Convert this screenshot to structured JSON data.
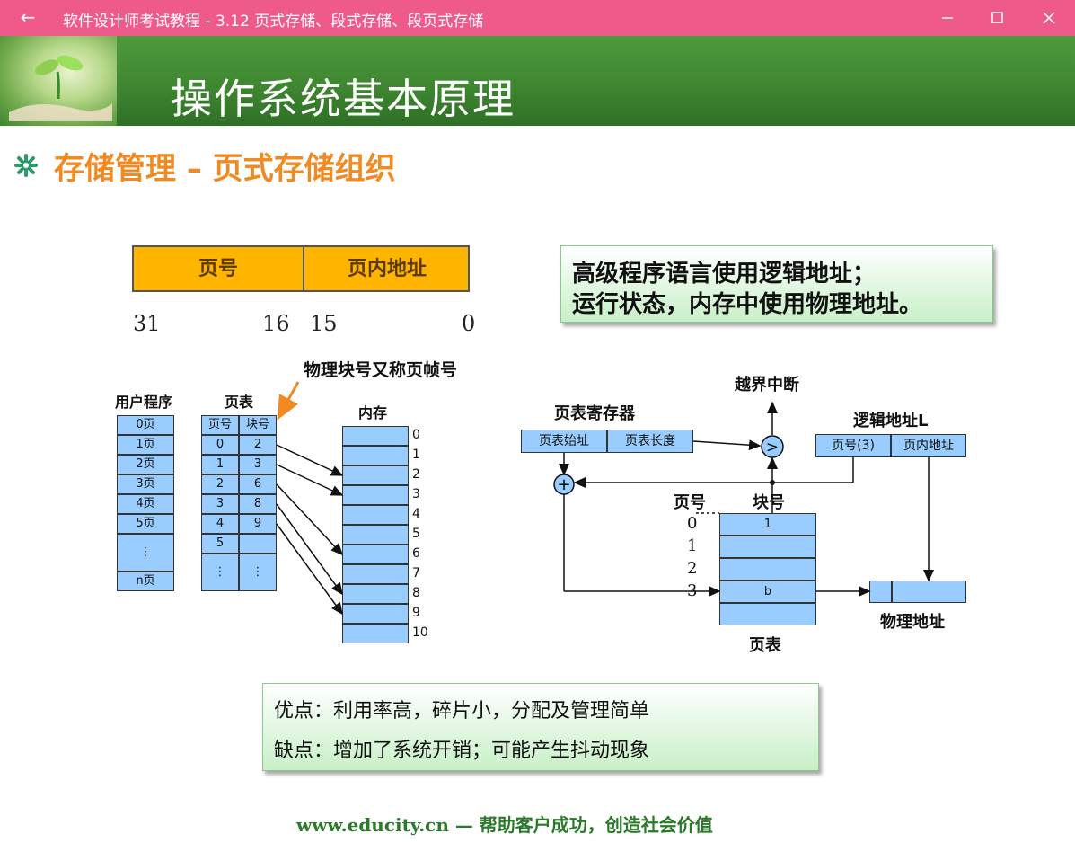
{
  "window": {
    "title": "软件设计师考试教程 - 3.12  页式存储、段式存储、段页式存储"
  },
  "slide": {
    "header_title": "操作系统基本原理",
    "subtitle": "存储管理 – 页式存储组织",
    "address_format": {
      "field1": "页号",
      "field2": "页内地址",
      "bits": [
        "31",
        "16",
        "15",
        "0"
      ]
    },
    "note_box": {
      "line1": "高级程序语言使用逻辑地址；",
      "line2": "运行状态，内存中使用物理地址。"
    },
    "left_diagram": {
      "annotation": "物理块号又称页帧号",
      "user_program_label": "用户程序",
      "user_pages": [
        "0页",
        "1页",
        "2页",
        "3页",
        "4页",
        "5页",
        "⋮",
        "n页"
      ],
      "page_table_label": "页表",
      "page_table_headers": [
        "页号",
        "块号"
      ],
      "page_table_rows": [
        [
          "0",
          "2"
        ],
        [
          "1",
          "3"
        ],
        [
          "2",
          "6"
        ],
        [
          "3",
          "8"
        ],
        [
          "4",
          "9"
        ],
        [
          "5",
          ""
        ],
        [
          "⋮",
          "⋮"
        ]
      ],
      "memory_label": "内存",
      "memory_numbers": [
        "0",
        "1",
        "2",
        "3",
        "4",
        "5",
        "6",
        "7",
        "8",
        "9",
        "10"
      ]
    },
    "right_diagram": {
      "interrupt_label": "越界中断",
      "page_table_register_label": "页表寄存器",
      "register_fields": [
        "页表始址",
        "页表长度"
      ],
      "logical_address_label": "逻辑地址L",
      "logical_fields": [
        "页号(3)",
        "页内地址"
      ],
      "compare_symbol": ">",
      "add_symbol": "+",
      "page_no_label": "页号",
      "block_no_label": "块号",
      "page_numbers": [
        "0",
        "1",
        "2",
        "3"
      ],
      "table_values": [
        "1",
        "",
        "",
        "b",
        ""
      ],
      "page_table_label": "页表",
      "physical_address_label": "物理地址"
    },
    "pros_cons": {
      "pros": "优点：利用率高，碎片小，分配及管理简单",
      "cons": "缺点：增加了系统开销；可能产生抖动现象"
    },
    "footer": "www.educity.cn — 帮助客户成功，创造社会价值"
  },
  "colors": {
    "titlebar": "#ee5a8a",
    "header_green": "#3d8530",
    "accent_orange": "#f08a22",
    "cell_blue": "#99ccff",
    "addr_yellow": "#ffb400"
  }
}
